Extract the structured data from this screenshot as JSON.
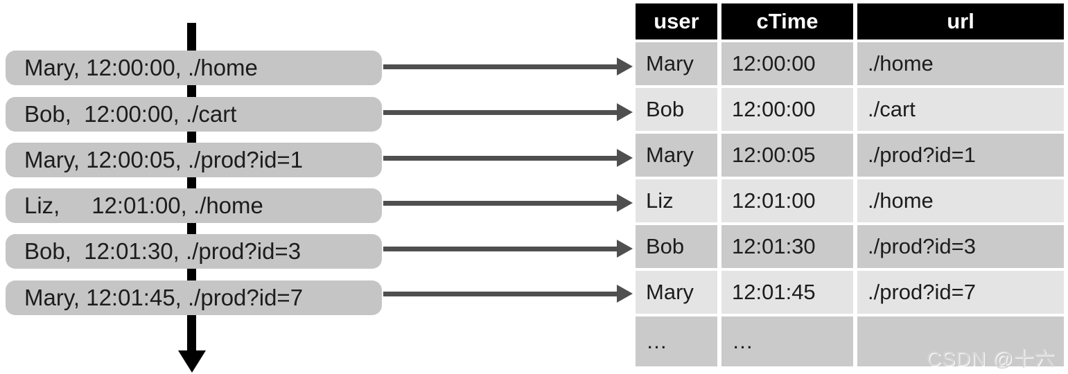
{
  "events": [
    "Mary, 12:00:00, ./home",
    "Bob,  12:00:00, ./cart",
    "Mary, 12:00:05, ./prod?id=1",
    "Liz,     12:01:00, ./home",
    "Bob,  12:01:30, ./prod?id=3",
    "Mary, 12:01:45, ./prod?id=7"
  ],
  "table": {
    "headers": [
      "user",
      "cTime",
      "url"
    ],
    "rows": [
      [
        "Mary",
        "12:00:00",
        "./home"
      ],
      [
        "Bob",
        "12:00:00",
        "./cart"
      ],
      [
        "Mary",
        "12:00:05",
        "./prod?id=1"
      ],
      [
        "Liz",
        "12:01:00",
        "./home"
      ],
      [
        "Bob",
        "12:01:30",
        "./prod?id=3"
      ],
      [
        "Mary",
        "12:01:45",
        "./prod?id=7"
      ],
      [
        "…",
        "…",
        ""
      ]
    ]
  },
  "watermark": "CSDN @十六",
  "colors": {
    "event_box": "#c5c5c5",
    "header_bg": "#000000",
    "header_text": "#ffffff",
    "row_dark": "#cacaca",
    "row_light": "#e4e4e4",
    "arrow": "#4f4f4f",
    "timeline": "#000000"
  }
}
